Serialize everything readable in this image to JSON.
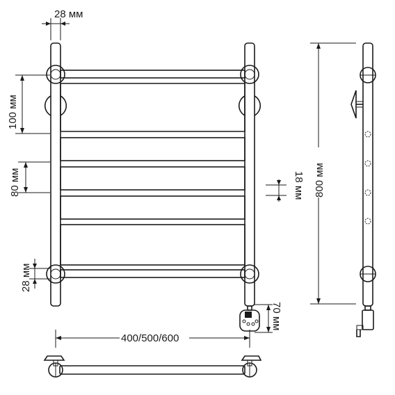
{
  "dimensions": {
    "pipe_width": "28 мм",
    "top_spacing": "100 мм",
    "rail_spacing": "80 мм",
    "bottom_pipe": "28 мм",
    "rail_thickness": "18 мм",
    "overall_height": "800 мм",
    "heater_height": "70 мм",
    "width_options": "400/500/600"
  }
}
